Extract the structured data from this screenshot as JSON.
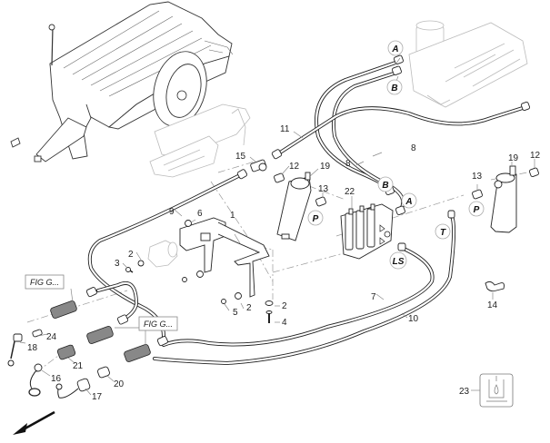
{
  "diagram": {
    "title": "Hydraulic system exploded parts view",
    "callouts": [
      {
        "id": "1",
        "label": "1"
      },
      {
        "id": "2a",
        "label": "2"
      },
      {
        "id": "2b",
        "label": "2"
      },
      {
        "id": "2c",
        "label": "2"
      },
      {
        "id": "3",
        "label": "3"
      },
      {
        "id": "4",
        "label": "4"
      },
      {
        "id": "5",
        "label": "5"
      },
      {
        "id": "6",
        "label": "6"
      },
      {
        "id": "7",
        "label": "7"
      },
      {
        "id": "8a",
        "label": "8"
      },
      {
        "id": "8b",
        "label": "8"
      },
      {
        "id": "9",
        "label": "9"
      },
      {
        "id": "10",
        "label": "10"
      },
      {
        "id": "11",
        "label": "11"
      },
      {
        "id": "12a",
        "label": "12"
      },
      {
        "id": "12b",
        "label": "12"
      },
      {
        "id": "13a",
        "label": "13"
      },
      {
        "id": "13b",
        "label": "13"
      },
      {
        "id": "14",
        "label": "14"
      },
      {
        "id": "15",
        "label": "15"
      },
      {
        "id": "16",
        "label": "16"
      },
      {
        "id": "17",
        "label": "17"
      },
      {
        "id": "18",
        "label": "18"
      },
      {
        "id": "19a",
        "label": "19"
      },
      {
        "id": "19b",
        "label": "19"
      },
      {
        "id": "20",
        "label": "20"
      },
      {
        "id": "21",
        "label": "21"
      },
      {
        "id": "22",
        "label": "22"
      },
      {
        "id": "23",
        "label": "23"
      },
      {
        "id": "24",
        "label": "24"
      }
    ],
    "port_labels": {
      "A_top": "A",
      "B_top": "B",
      "B_valve": "B",
      "A_valve": "A",
      "P_left": "P",
      "P_right": "P",
      "T": "T",
      "LS": "LS"
    },
    "figure_refs": {
      "fig_ref_1": "FIG G...",
      "fig_ref_2": "FIG G..."
    },
    "direction_arrow": "front-direction-arrow",
    "colors": {
      "line": "#222222",
      "ghost": "#bbbbbb",
      "leader": "#888888",
      "background": "#ffffff"
    }
  }
}
